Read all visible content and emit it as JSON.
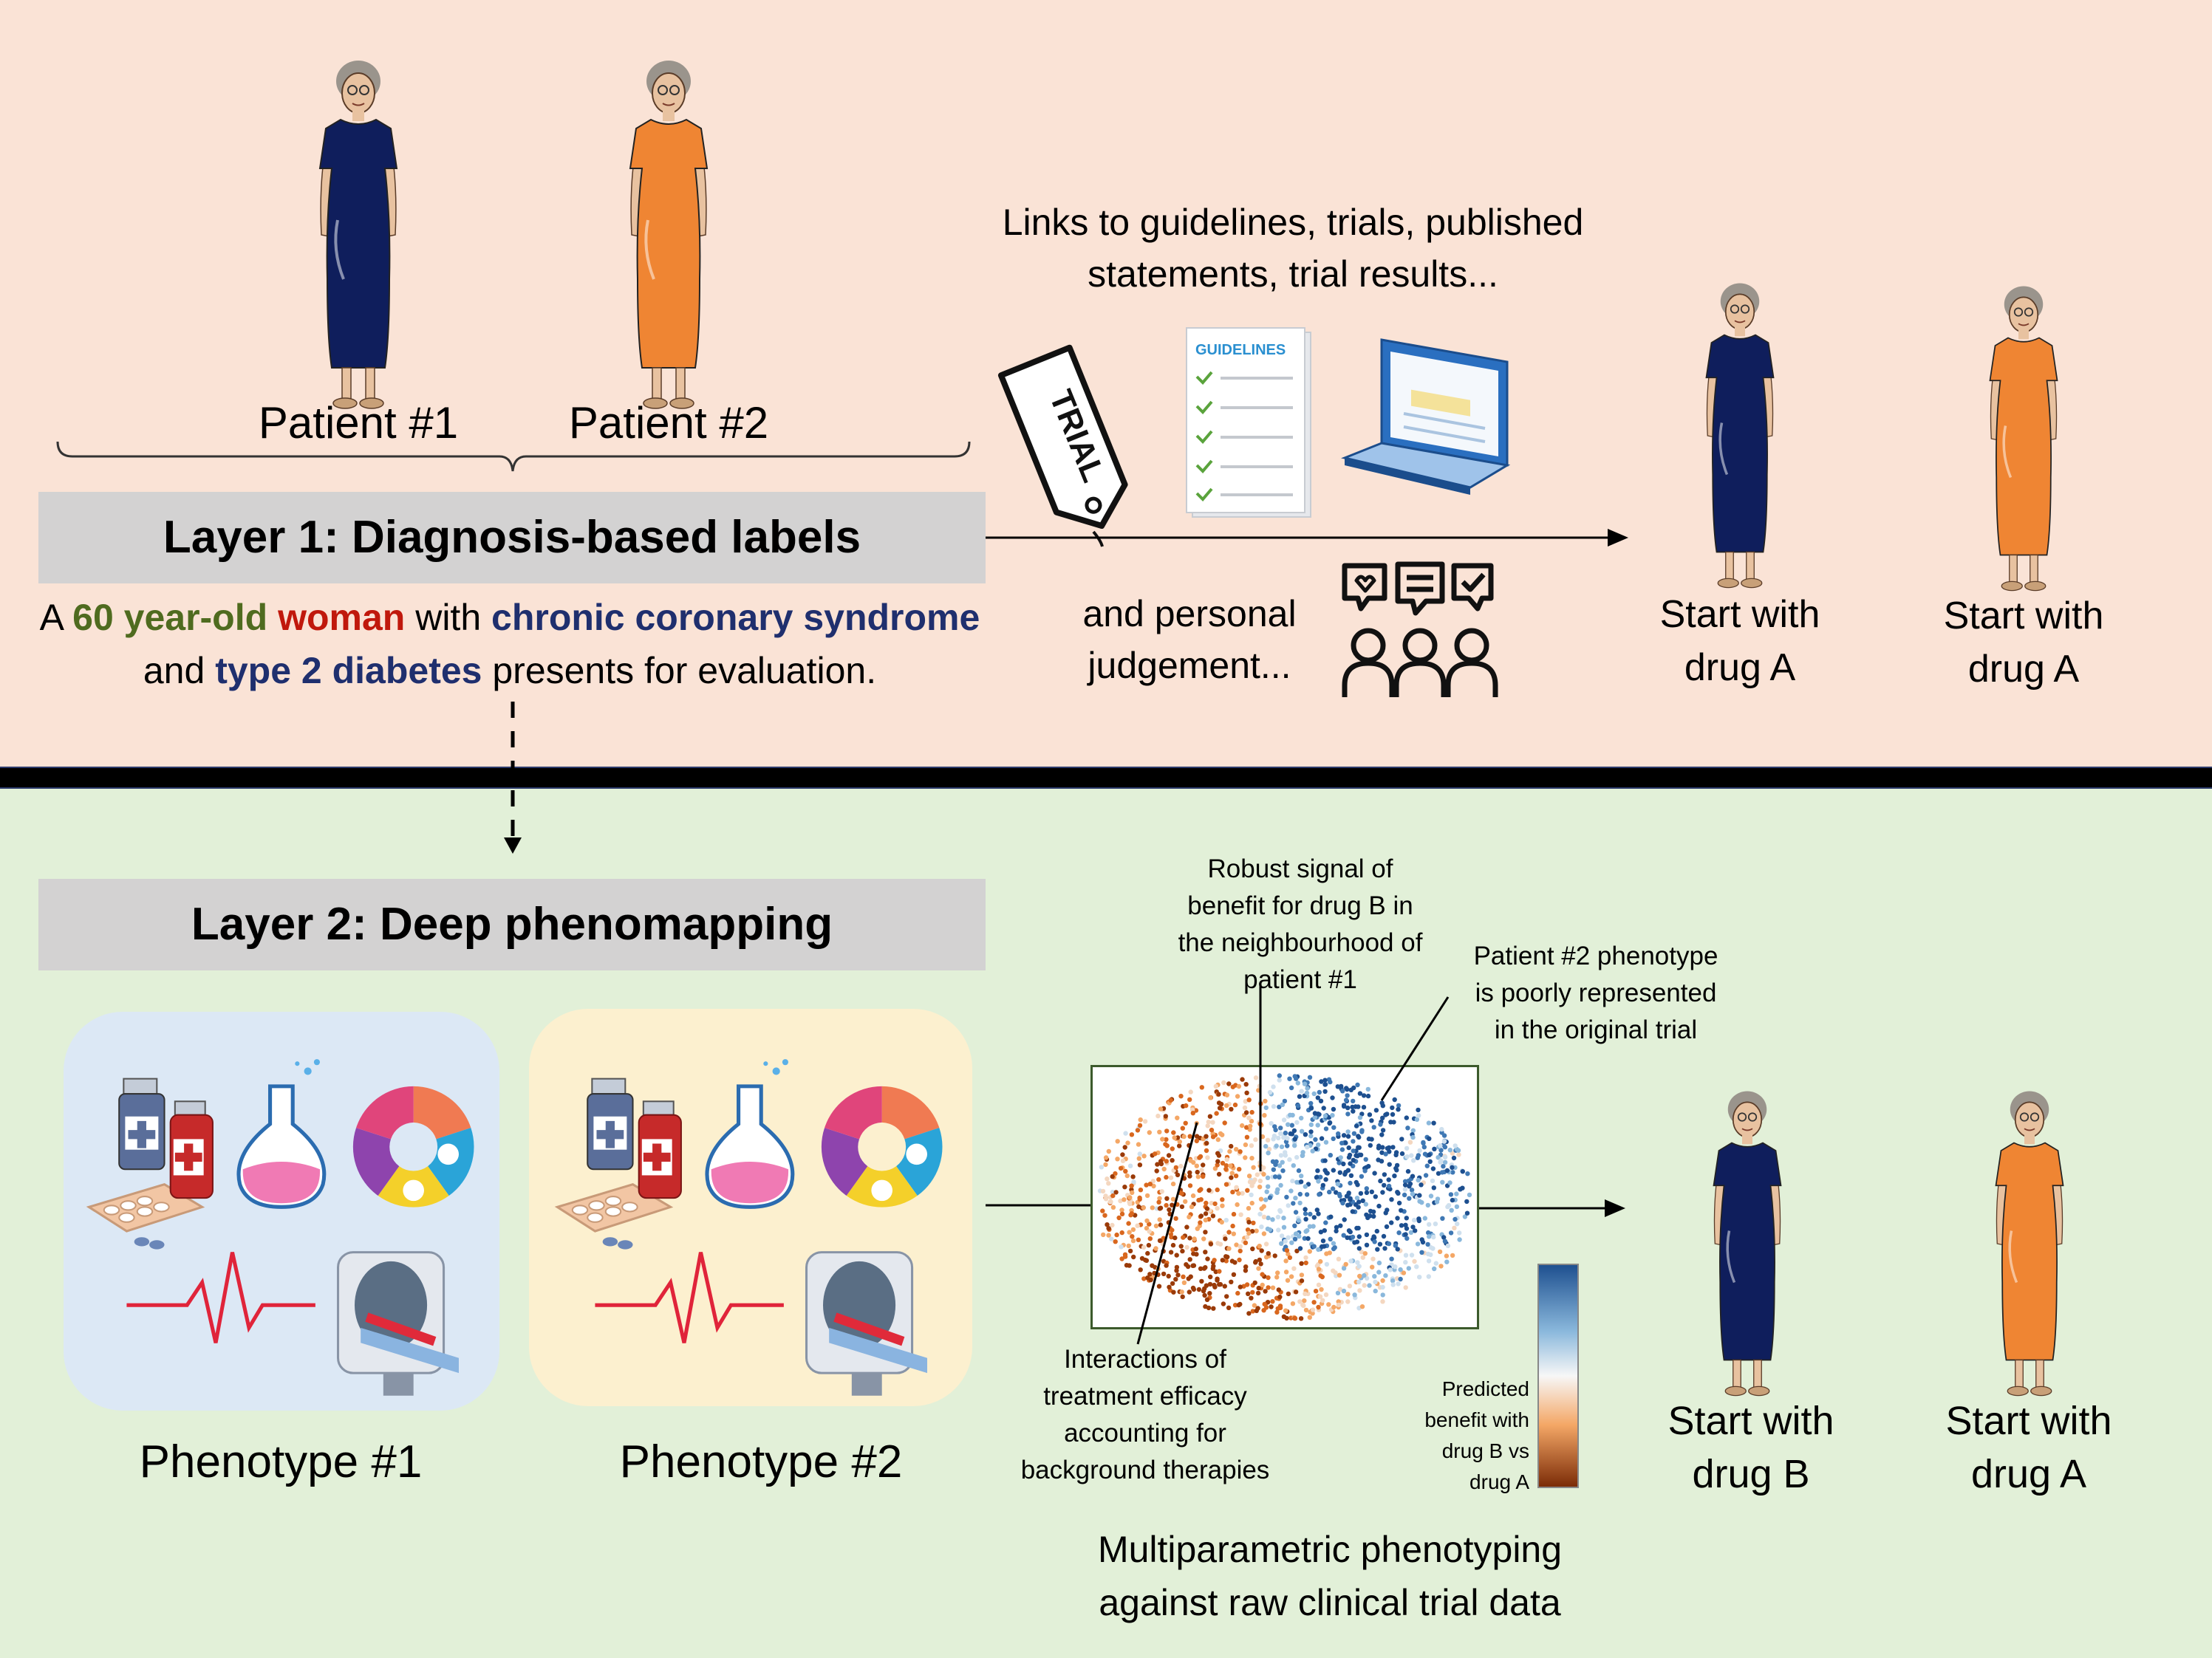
{
  "layer1": {
    "title": "Layer 1: Diagnosis-based labels",
    "patient1_label": "Patient #1",
    "patient2_label": "Patient #2",
    "description": {
      "p1": "A ",
      "age": "60 year-old",
      "p2": " ",
      "sex": "woman",
      "p3": " with ",
      "dx1": "chronic coronary syndrome",
      "p4": "and ",
      "dx2": "type 2 diabetes",
      "p5": " presents for evaluation."
    },
    "links_text_line1": "Links to guidelines, trials, published",
    "links_text_line2": "statements, trial results...",
    "trial_tag": "TRIAL",
    "guidelines_doc": "GUIDELINES",
    "judgement_line1": "and personal",
    "judgement_line2": "judgement...",
    "outcome1_line1": "Start with",
    "outcome1_line2": "drug A",
    "outcome2_line1": "Start with",
    "outcome2_line2": "drug A"
  },
  "layer2": {
    "title": "Layer 2: Deep phenomapping",
    "phenotype1_label": "Phenotype #1",
    "phenotype2_label": "Phenotype #2",
    "annotation_signal": [
      "Robust signal of",
      "benefit for drug B in",
      "the neighbourhood of",
      "patient #1"
    ],
    "annotation_poor": [
      "Patient #2 phenotype",
      "is poorly represented",
      "in the original trial"
    ],
    "annotation_interactions": [
      "Interactions of",
      "treatment efficacy",
      "accounting for",
      "background therapies"
    ],
    "colorbar_label": [
      "Predicted",
      "benefit with",
      "drug B vs",
      "drug A"
    ],
    "caption_line1": "Multiparametric phenotyping",
    "caption_line2": "against raw clinical trial data",
    "outcome1_line1": "Start with",
    "outcome1_line2": "drug B",
    "outcome2_line1": "Start with",
    "outcome2_line2": "drug A"
  },
  "colors": {
    "top_background": "#fae3d6",
    "bottom_background": "#e2f0d8",
    "label_bar": "#d3d2d2",
    "navy_dress": "#0f1e5c",
    "orange_dress": "#ef8533",
    "phenotype1_box": "#dce8f5",
    "phenotype2_box": "#fcf0cf"
  }
}
